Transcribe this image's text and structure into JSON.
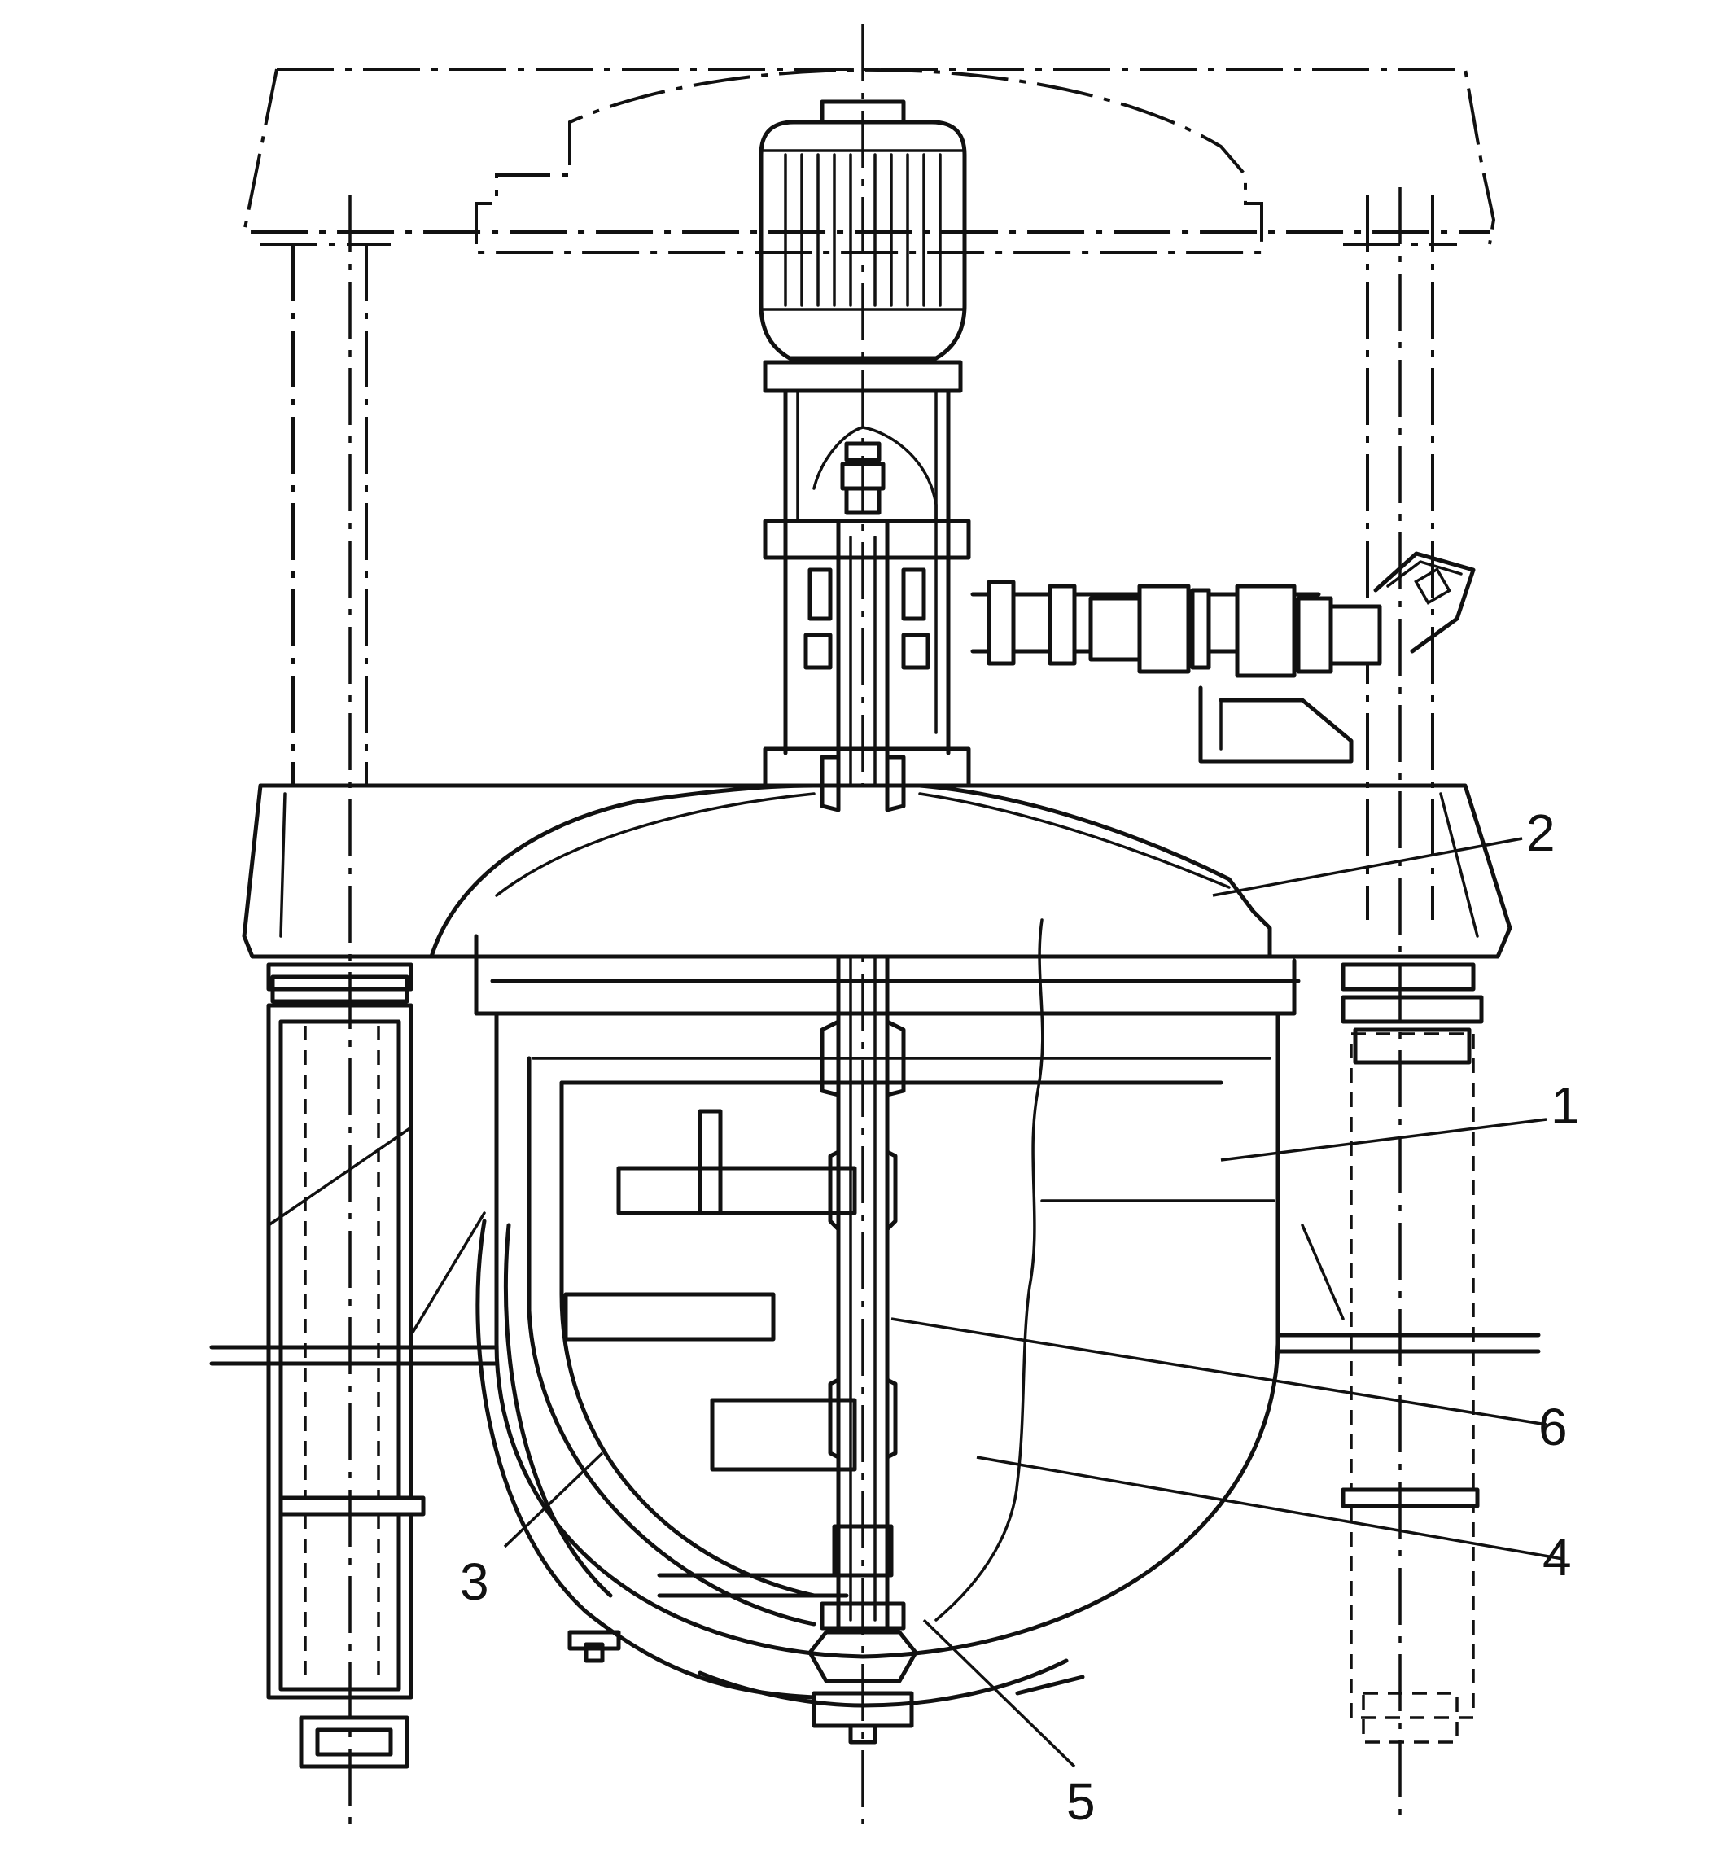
{
  "diagram": {
    "type": "engineering-cross-section",
    "callouts": [
      {
        "id": "c1",
        "label": "1"
      },
      {
        "id": "c2",
        "label": "2"
      },
      {
        "id": "c3",
        "label": "3"
      },
      {
        "id": "c4",
        "label": "4"
      },
      {
        "id": "c5",
        "label": "5"
      },
      {
        "id": "c6",
        "label": "6"
      }
    ],
    "ink_color": "#111111",
    "background_color": "#ffffff"
  }
}
